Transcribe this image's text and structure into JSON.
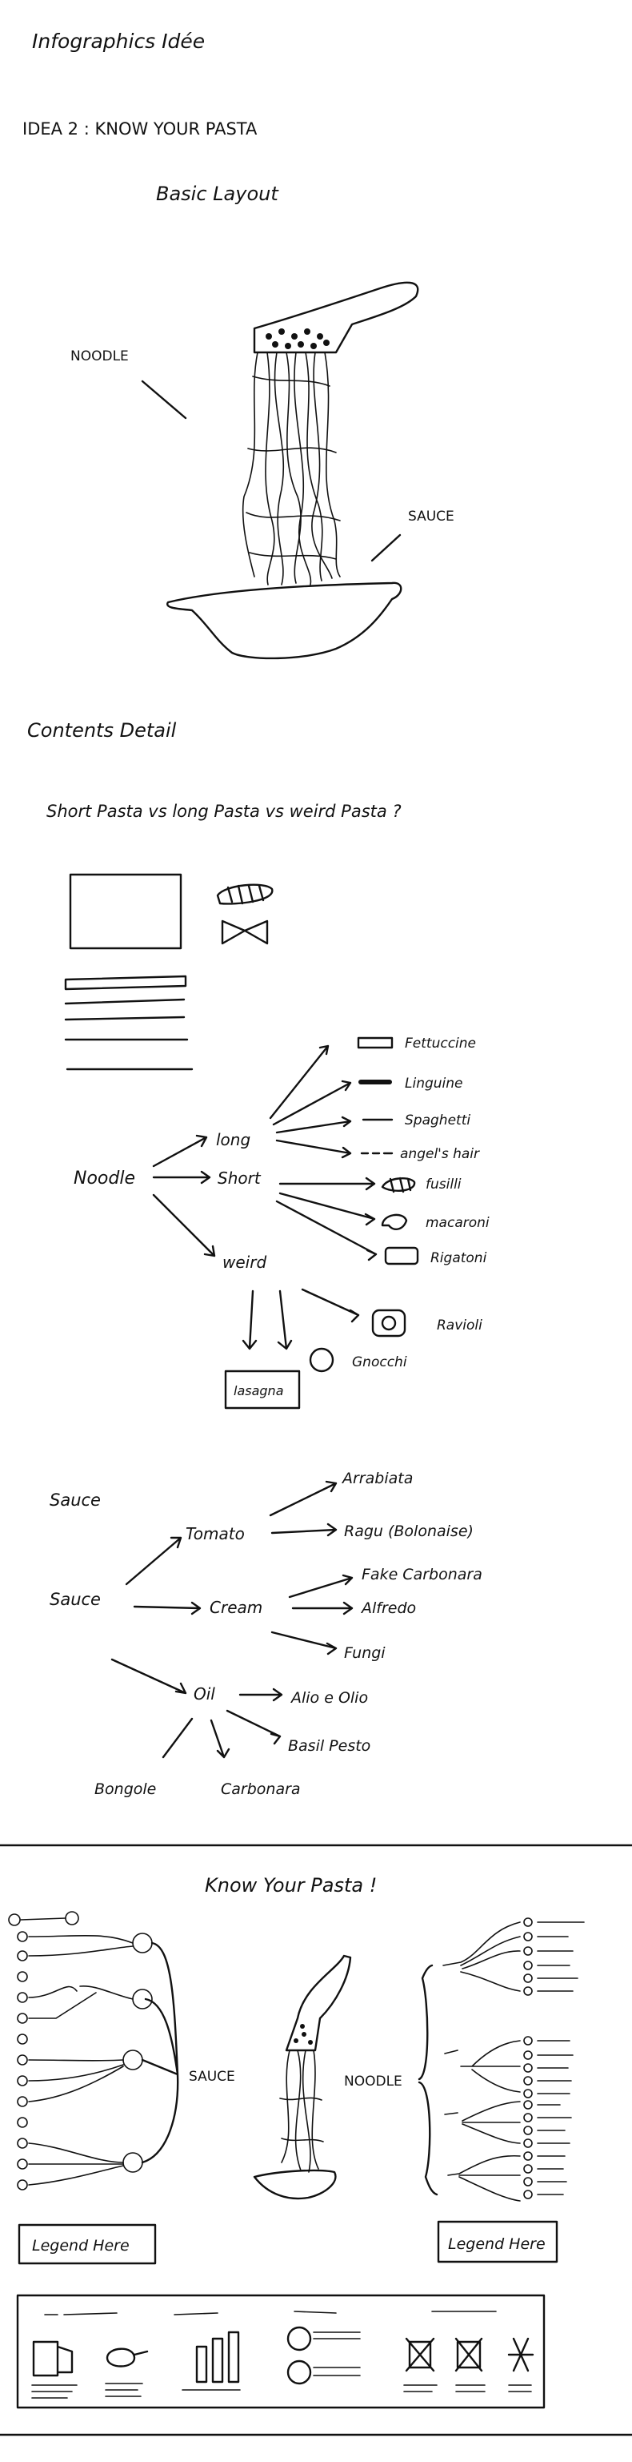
{
  "sheet": {
    "title": "Infographics Idée",
    "idea": "IDEA 2 : KNOW YOUR PASTA",
    "layout": {
      "heading": "Basic Layout",
      "noodle_label": "NOODLE",
      "sauce_label": "SAUCE"
    },
    "contents": {
      "heading": "Contents Detail",
      "question": "Short Pasta vs long Pasta vs weird Pasta ?"
    },
    "noodle_tree": {
      "root": "Noodle",
      "long": "long",
      "short": "Short",
      "weird": "weird",
      "long_items": [
        "Fettuccine",
        "Linguine",
        "Spaghetti",
        "angel's hair"
      ],
      "short_items": [
        "fusilli",
        "macaroni",
        "Rigatoni"
      ],
      "weird_items": [
        "Ravioli",
        "Gnocchi",
        "lasagna"
      ]
    },
    "sauce_tree": {
      "heading": "Sauce",
      "root": "Sauce",
      "tomato": "Tomato",
      "cream": "Cream",
      "oil": "Oil",
      "tomato_items": [
        "Arrabiata",
        "Ragu (Bolonaise)"
      ],
      "cream_items": [
        "Fake Carbonara",
        "Alfredo",
        "Fungi"
      ],
      "oil_items": [
        "Alio e Olio",
        "Basil Pesto",
        "Bongole",
        "Carbonara"
      ]
    },
    "final": {
      "title": "Know Your Pasta !",
      "sauce_label": "SAUCE",
      "noodle_label": "NOODLE",
      "legend_left": "Legend Here",
      "legend_right": "Legend Here"
    }
  }
}
